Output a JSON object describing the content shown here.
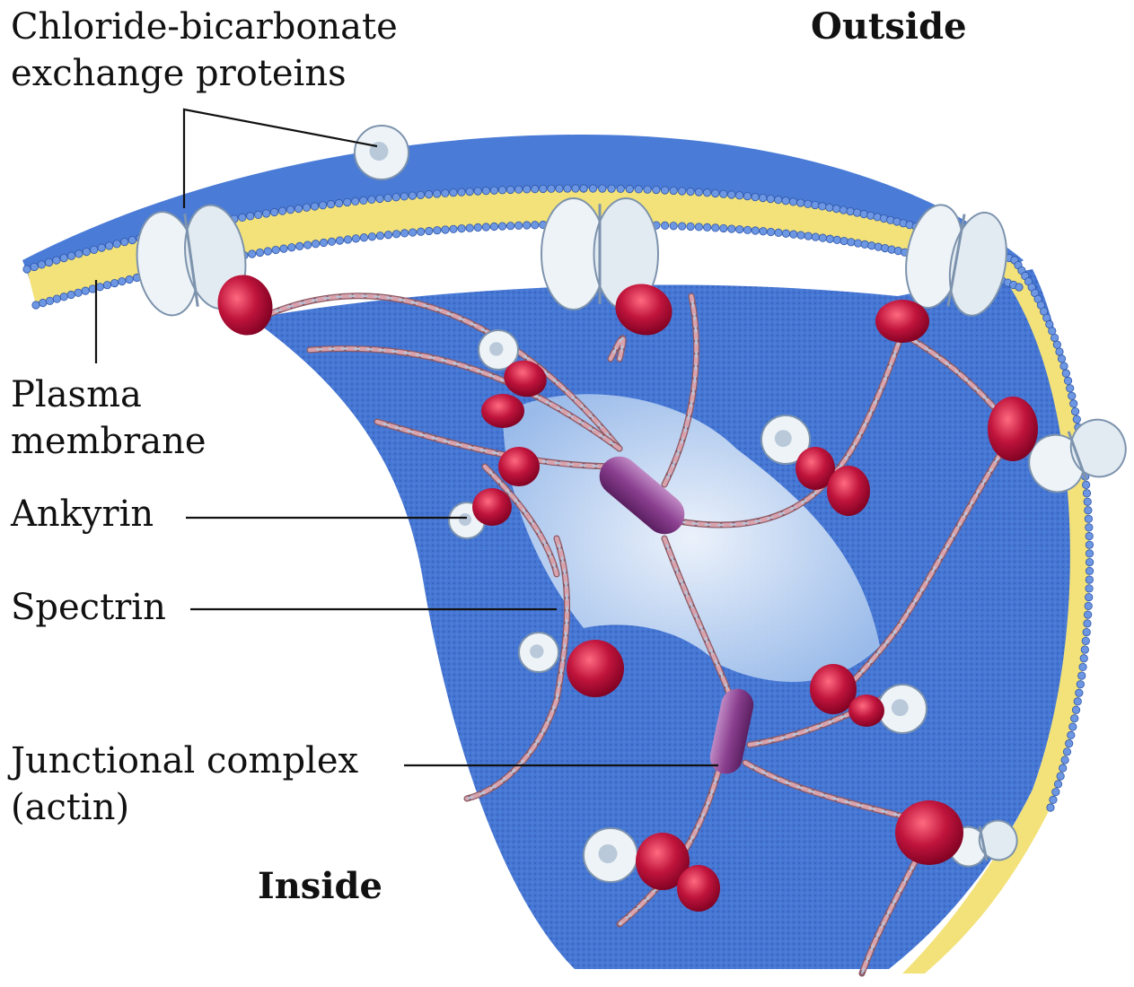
{
  "labels": {
    "chloride_line1": "Chloride-bicarbonate",
    "chloride_line2": "exchange proteins",
    "outside": "Outside",
    "plasma_line1": "Plasma",
    "plasma_line2": "membrane",
    "ankyrin": "Ankyrin",
    "spectrin": "Spectrin",
    "junctional_line1": "Junctional complex",
    "junctional_line2": "(actin)",
    "inside": "Inside"
  },
  "colors": {
    "membrane_blue": "#3f6fcf",
    "cytoplasm_blue": "#4d82d6",
    "light_region": "#dfeaf9",
    "lipid_yellow": "#f3e27a",
    "ankyrin_red": "#c0143c",
    "spectrin_pink": "#c9909a",
    "actin_purple": "#8a3f8f",
    "protein_white": "#eef3f7"
  },
  "icons": {
    "exchange_protein": "white-channel-protein-icon",
    "ankyrin": "red-blob-icon",
    "junctional_complex": "purple-cylinder-icon"
  }
}
